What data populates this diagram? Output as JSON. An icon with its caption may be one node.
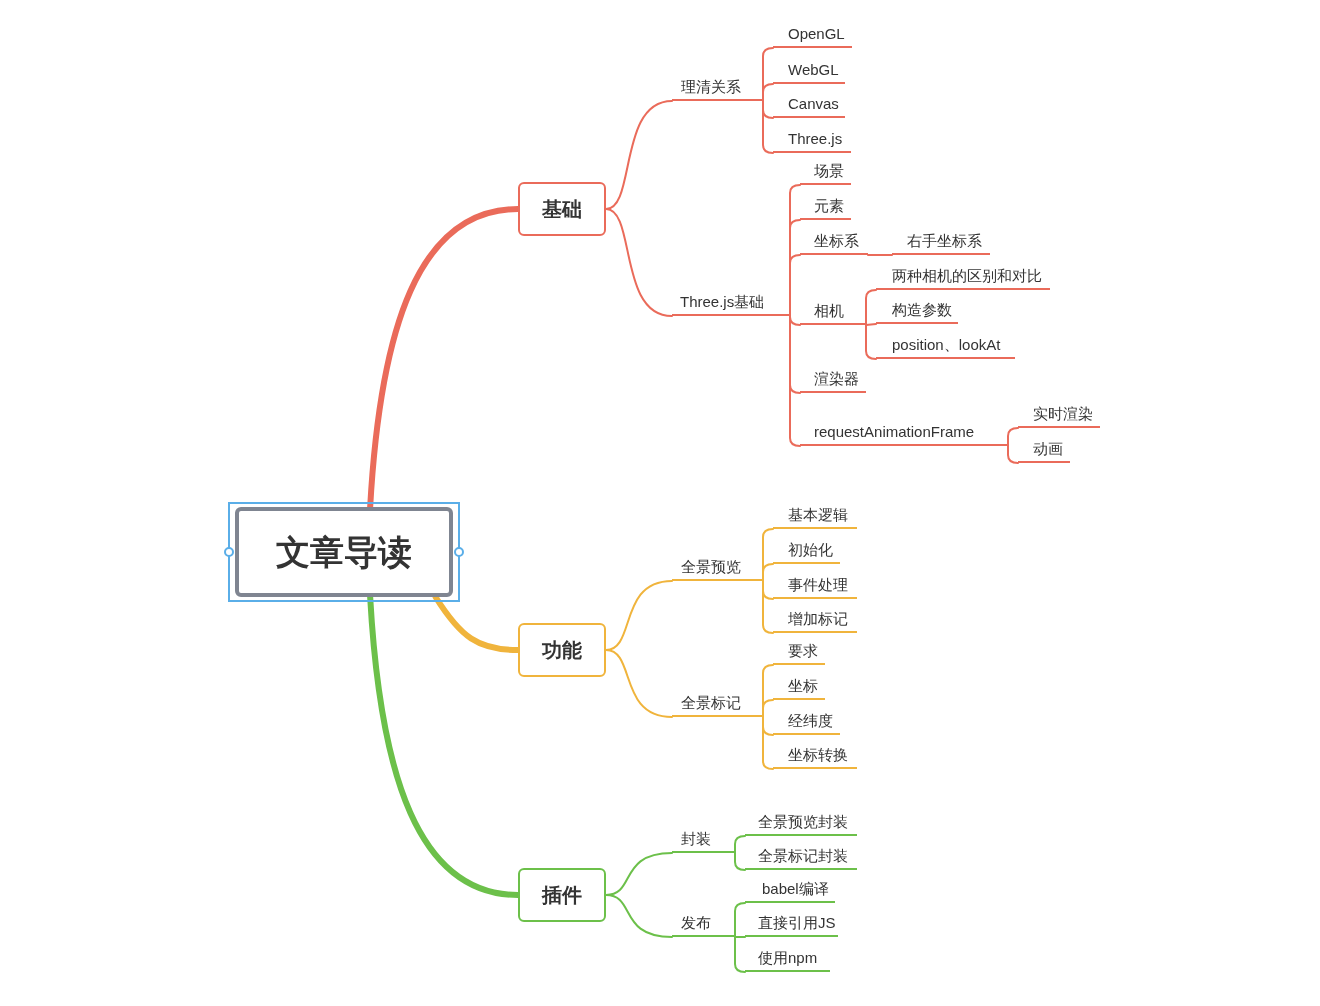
{
  "diagram": {
    "nodes": [
      {
        "text": [
          "文章导读"
        ]
      },
      {
        "text": [
          "基础"
        ]
      },
      {
        "text": [
          "理清关系"
        ]
      },
      {
        "text": [
          "OpenGL"
        ]
      },
      {
        "text": [
          "WebGL"
        ]
      },
      {
        "text": [
          "Canvas"
        ]
      },
      {
        "text": [
          "Three.js"
        ]
      },
      {
        "text": [
          "Three.js基础"
        ]
      },
      {
        "text": [
          "场景"
        ]
      },
      {
        "text": [
          "元素"
        ]
      },
      {
        "text": [
          "坐标系"
        ]
      },
      {
        "text": [
          "右手坐标系"
        ]
      },
      {
        "text": [
          "相机"
        ]
      },
      {
        "text": [
          "两种相机的区别和对比"
        ]
      },
      {
        "text": [
          "构造参数"
        ]
      },
      {
        "text": [
          "position、lookAt"
        ]
      },
      {
        "text": [
          "渲染器"
        ]
      },
      {
        "text": [
          "requestAnimationFrame"
        ]
      },
      {
        "text": [
          "实时渲染"
        ]
      },
      {
        "text": [
          "动画"
        ]
      },
      {
        "text": [
          "功能"
        ]
      },
      {
        "text": [
          "全景预览"
        ]
      },
      {
        "text": [
          "基本逻辑"
        ]
      },
      {
        "text": [
          "初始化"
        ]
      },
      {
        "text": [
          "事件处理"
        ]
      },
      {
        "text": [
          "增加标记"
        ]
      },
      {
        "text": [
          "全景标记"
        ]
      },
      {
        "text": [
          "要求"
        ]
      },
      {
        "text": [
          "坐标"
        ]
      },
      {
        "text": [
          "经纬度"
        ]
      },
      {
        "text": [
          "坐标转换"
        ]
      },
      {
        "text": [
          "插件"
        ]
      },
      {
        "text": [
          "封装"
        ]
      },
      {
        "text": [
          "全景预览封装"
        ]
      },
      {
        "text": [
          "全景标记封装"
        ]
      },
      {
        "text": [
          "发布"
        ]
      },
      {
        "text": [
          "babel编译"
        ]
      },
      {
        "text": [
          "直接引用JS"
        ]
      },
      {
        "text": [
          "使用npm"
        ]
      }
    ],
    "edges": [
      {
        "from": 0,
        "to": 1,
        "arrow": "none",
        "style": "thick",
        "color": "#ea6b5a"
      },
      {
        "from": 1,
        "to": 2,
        "arrow": "none",
        "color": "#ea6b5a"
      },
      {
        "from": 2,
        "to": 3,
        "arrow": "none",
        "color": "#ea6b5a"
      },
      {
        "from": 2,
        "to": 4,
        "arrow": "none",
        "color": "#ea6b5a"
      },
      {
        "from": 2,
        "to": 5,
        "arrow": "none",
        "color": "#ea6b5a"
      },
      {
        "from": 2,
        "to": 6,
        "arrow": "none",
        "color": "#ea6b5a"
      },
      {
        "from": 1,
        "to": 7,
        "arrow": "none",
        "color": "#ea6b5a"
      },
      {
        "from": 7,
        "to": 8,
        "arrow": "none",
        "color": "#ea6b5a"
      },
      {
        "from": 7,
        "to": 9,
        "arrow": "none",
        "color": "#ea6b5a"
      },
      {
        "from": 7,
        "to": 10,
        "arrow": "none",
        "color": "#ea6b5a"
      },
      {
        "from": 10,
        "to": 11,
        "arrow": "none",
        "color": "#ea6b5a"
      },
      {
        "from": 7,
        "to": 12,
        "arrow": "none",
        "color": "#ea6b5a"
      },
      {
        "from": 12,
        "to": 13,
        "arrow": "none",
        "color": "#ea6b5a"
      },
      {
        "from": 12,
        "to": 14,
        "arrow": "none",
        "color": "#ea6b5a"
      },
      {
        "from": 12,
        "to": 15,
        "arrow": "none",
        "color": "#ea6b5a"
      },
      {
        "from": 7,
        "to": 16,
        "arrow": "none",
        "color": "#ea6b5a"
      },
      {
        "from": 7,
        "to": 17,
        "arrow": "none",
        "color": "#ea6b5a"
      },
      {
        "from": 17,
        "to": 18,
        "arrow": "none",
        "color": "#ea6b5a"
      },
      {
        "from": 17,
        "to": 19,
        "arrow": "none",
        "color": "#ea6b5a"
      },
      {
        "from": 0,
        "to": 20,
        "arrow": "none",
        "style": "thick",
        "color": "#f0b43c"
      },
      {
        "from": 20,
        "to": 21,
        "arrow": "none",
        "color": "#f0b43c"
      },
      {
        "from": 21,
        "to": 22,
        "arrow": "none",
        "color": "#f0b43c"
      },
      {
        "from": 21,
        "to": 23,
        "arrow": "none",
        "color": "#f0b43c"
      },
      {
        "from": 21,
        "to": 24,
        "arrow": "none",
        "color": "#f0b43c"
      },
      {
        "from": 21,
        "to": 25,
        "arrow": "none",
        "color": "#f0b43c"
      },
      {
        "from": 20,
        "to": 26,
        "arrow": "none",
        "color": "#f0b43c"
      },
      {
        "from": 26,
        "to": 27,
        "arrow": "none",
        "color": "#f0b43c"
      },
      {
        "from": 26,
        "to": 28,
        "arrow": "none",
        "color": "#f0b43c"
      },
      {
        "from": 26,
        "to": 29,
        "arrow": "none",
        "color": "#f0b43c"
      },
      {
        "from": 26,
        "to": 30,
        "arrow": "none",
        "color": "#f0b43c"
      },
      {
        "from": 0,
        "to": 31,
        "arrow": "none",
        "style": "thick",
        "color": "#6cc04a"
      },
      {
        "from": 31,
        "to": 32,
        "arrow": "none",
        "color": "#6cc04a"
      },
      {
        "from": 32,
        "to": 33,
        "arrow": "none",
        "color": "#6cc04a"
      },
      {
        "from": 32,
        "to": 34,
        "arrow": "none",
        "color": "#6cc04a"
      },
      {
        "from": 31,
        "to": 35,
        "arrow": "none",
        "color": "#6cc04a"
      },
      {
        "from": 35,
        "to": 36,
        "arrow": "none",
        "color": "#6cc04a"
      },
      {
        "from": 35,
        "to": 37,
        "arrow": "none",
        "color": "#6cc04a"
      },
      {
        "from": 35,
        "to": 38,
        "arrow": "none",
        "color": "#6cc04a"
      }
    ]
  }
}
